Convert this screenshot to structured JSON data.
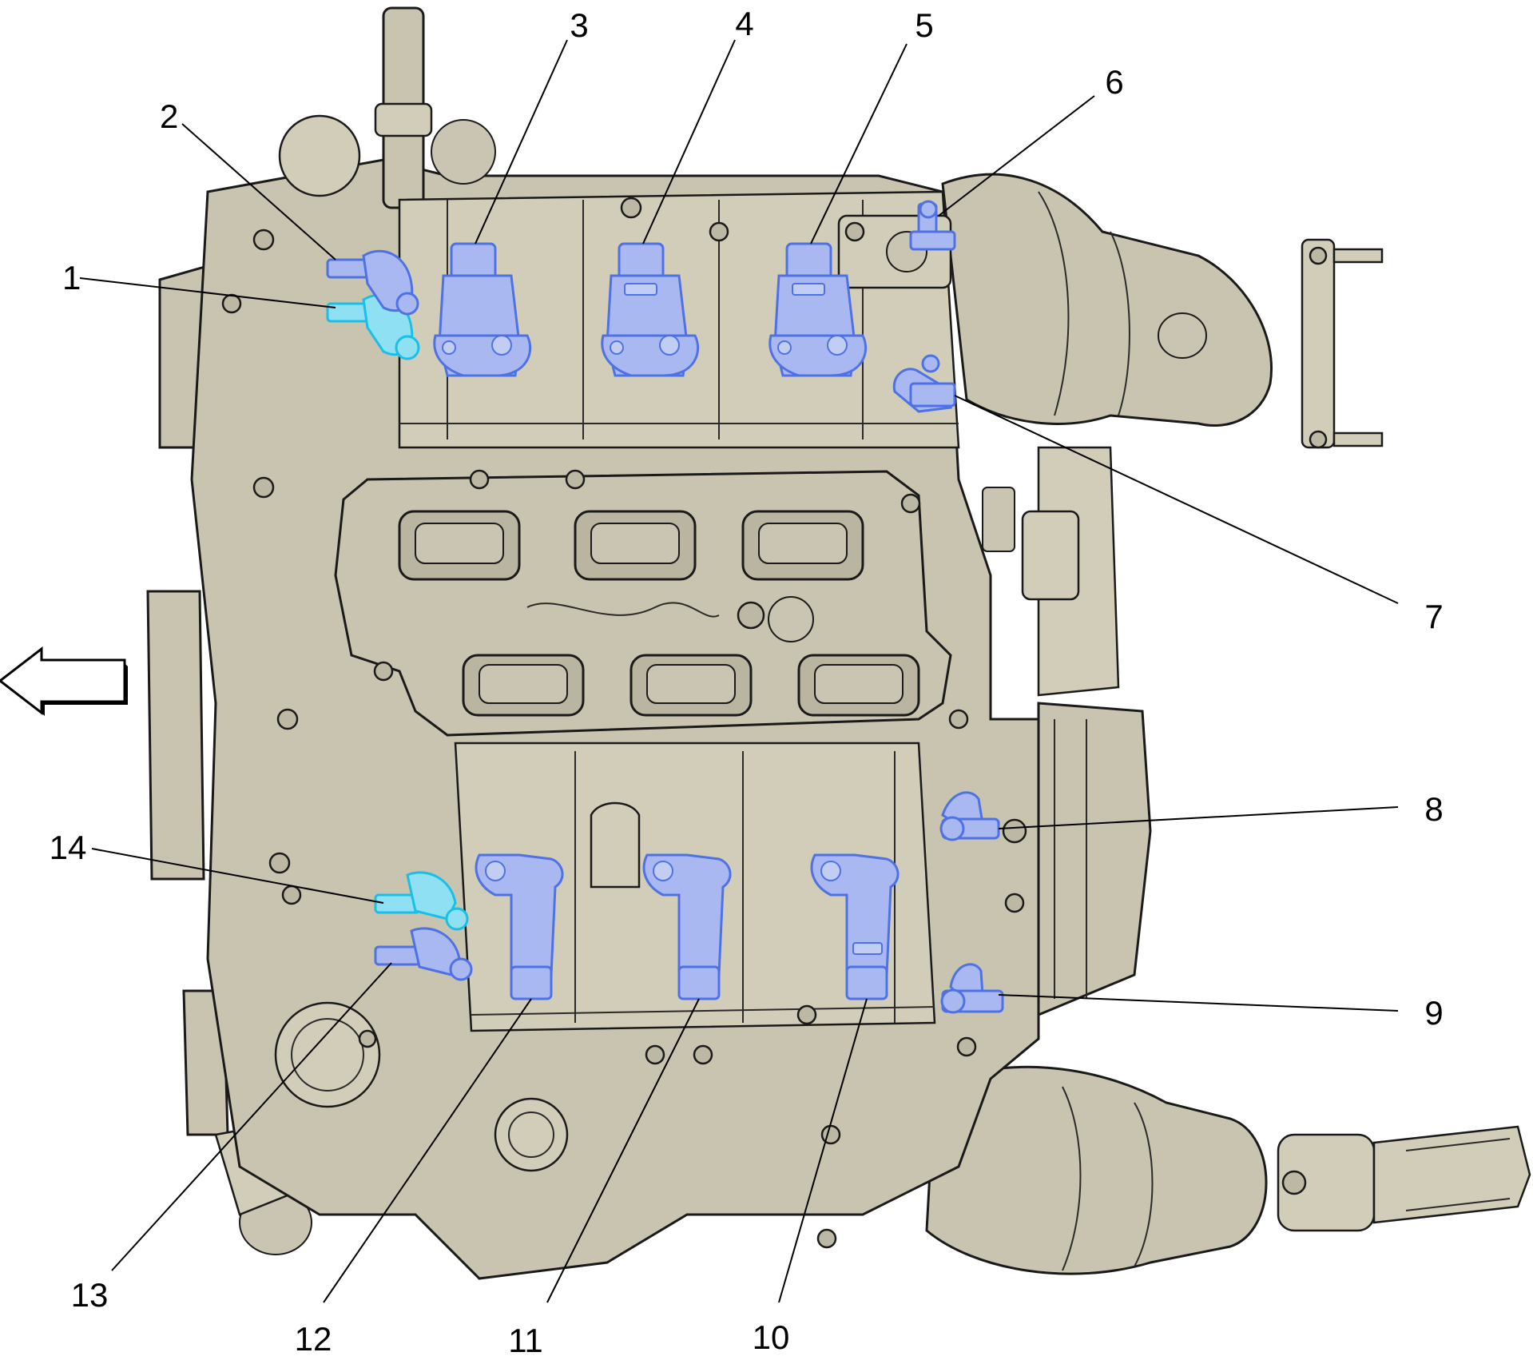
{
  "callouts": [
    {
      "id": 1,
      "label": "1"
    },
    {
      "id": 2,
      "label": "2"
    },
    {
      "id": 3,
      "label": "3"
    },
    {
      "id": 4,
      "label": "4"
    },
    {
      "id": 5,
      "label": "5"
    },
    {
      "id": 6,
      "label": "6"
    },
    {
      "id": 7,
      "label": "7"
    },
    {
      "id": 8,
      "label": "8"
    },
    {
      "id": 9,
      "label": "9"
    },
    {
      "id": 10,
      "label": "10"
    },
    {
      "id": 11,
      "label": "11"
    },
    {
      "id": 12,
      "label": "12"
    },
    {
      "id": 13,
      "label": "13"
    },
    {
      "id": 14,
      "label": "14"
    }
  ],
  "colors": {
    "engine_fill": "#c8c4b0",
    "outline": "#1a1a1a",
    "highlight_blue": "#4e72e6",
    "highlight_cyan": "#19bfe6",
    "background": "#ffffff"
  },
  "icons": {
    "direction_indicator": "left-arrow-icon"
  }
}
